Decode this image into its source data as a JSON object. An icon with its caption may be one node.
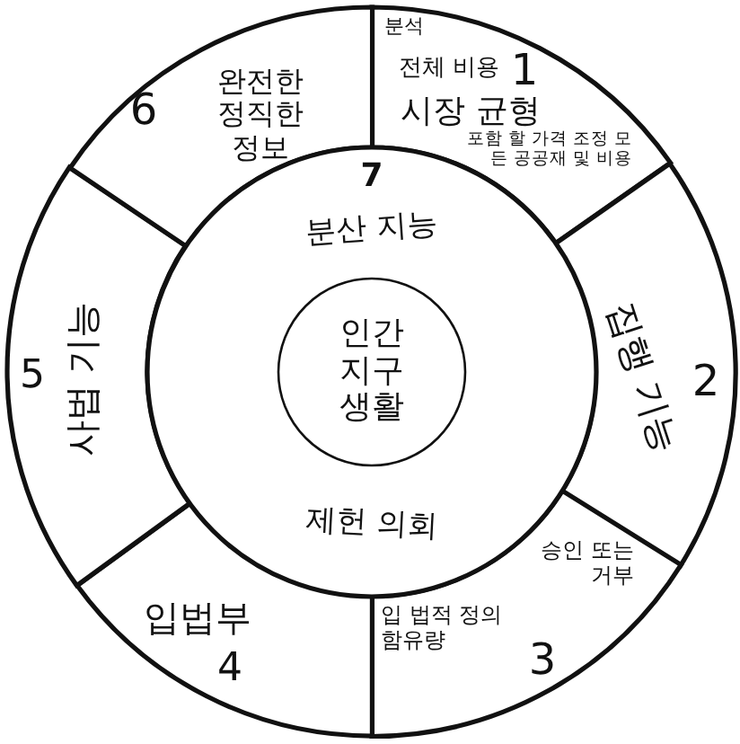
{
  "diagram": {
    "nodes": [
      {
        "text": [
          "분석",
          "전체 비용",
          "1",
          "시장 균형",
          "포함 할 가격 조정 모든 공공재 및 비용"
        ]
      },
      {
        "text": [
          "집행 기능",
          "2"
        ]
      },
      {
        "text": [
          "승인 또는 거부",
          "입 법적 정의 함유량",
          "3"
        ]
      },
      {
        "text": [
          "입법부",
          "4"
        ]
      },
      {
        "text": [
          "5",
          "사법 기능"
        ]
      },
      {
        "text": [
          "6",
          "완전한 정직한 정보"
        ]
      },
      {
        "text": [
          "7",
          "분산 지능",
          "제헌 의회"
        ]
      },
      {
        "text": [
          "인간 지구 생활"
        ],
        "in": 6
      }
    ]
  }
}
